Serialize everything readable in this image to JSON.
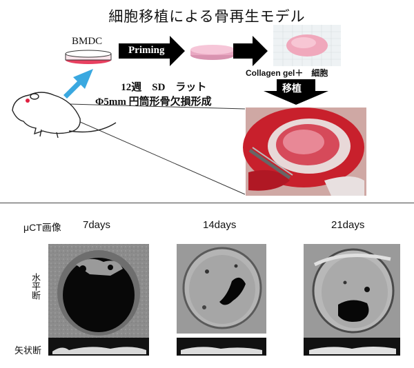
{
  "title": "細胞移植による骨再生モデル",
  "bmdc_label": "BMDC",
  "priming_label": "Priming",
  "rat_line1": "12週　SD　ラット",
  "rat_line2": "Φ5mm 円筒形骨欠損形成",
  "collagen_label": "Collagen gel＋　細胞",
  "transplant_label": "移植",
  "uct_label": "μCT画像",
  "days": [
    "7days",
    "14days",
    "21days"
  ],
  "horizontal_label": "水平断",
  "sagittal_label": "矢状断",
  "colors": {
    "arrow_black": "#000000",
    "arrow_blue": "#3aa8e0",
    "gel_pink": "#f2b8cc",
    "dish_red": "#e84060",
    "surgery_red": "#c8202c"
  }
}
